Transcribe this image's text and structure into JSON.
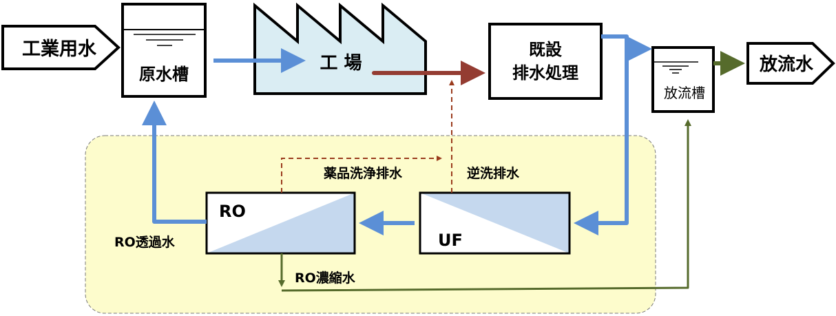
{
  "nodes": {
    "industrial_water": "工業用水",
    "raw_tank": "原水槽",
    "factory": "工 場",
    "existing_treatment_line1": "既設",
    "existing_treatment_line2": "排水処理",
    "discharge_tank": "放流槽",
    "discharge_water": "放流水",
    "ro": "RO",
    "uf": "UF"
  },
  "labels": {
    "chemical_cleaning_drain": "薬品洗浄排水",
    "backwash_drain": "逆洗排水",
    "ro_permeate": "RO透過水",
    "ro_concentrate": "RO濃縮水"
  },
  "colors": {
    "clean_water": "#5b8fd6",
    "factory_drain": "#943c32",
    "dashed_drain": "#9a3a1c",
    "discharge": "#566b2c",
    "membrane_fill": "#c5d8ee",
    "system_area": "#fdfccc",
    "factory_fill": "#daedf3"
  }
}
